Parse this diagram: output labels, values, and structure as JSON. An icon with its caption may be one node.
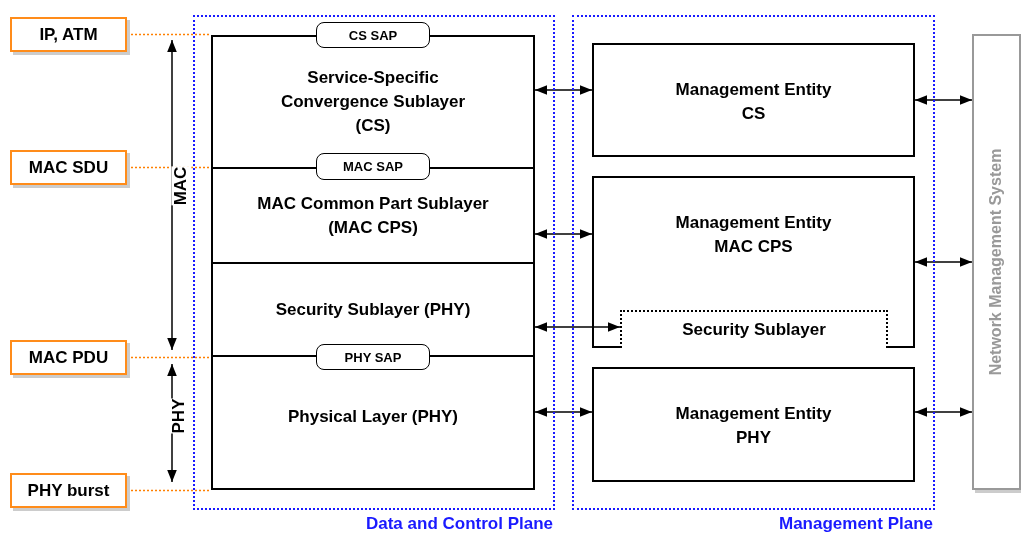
{
  "diagram": {
    "nodes": [
      {
        "text": [
          "Data and Control Plane"
        ]
      },
      {
        "text": [
          "Management Plane"
        ]
      },
      {
        "text": [
          "IP, ATM"
        ]
      },
      {
        "text": [
          "MAC SDU"
        ]
      },
      {
        "text": [
          "MAC PDU"
        ]
      },
      {
        "text": [
          "PHY burst"
        ]
      },
      {
        "text": [
          "Service-Specific Convergence Sublayer (CS)"
        ],
        "in": 0
      },
      {
        "text": [
          "MAC Common Part Sublayer (MAC CPS)"
        ],
        "in": 0
      },
      {
        "text": [
          "Security Sublayer (PHY)"
        ],
        "in": 0
      },
      {
        "text": [
          "Physical Layer (PHY)"
        ],
        "in": 0
      },
      {
        "text": [
          "CS SAP"
        ],
        "in": 0
      },
      {
        "text": [
          "MAC SAP"
        ],
        "in": 0
      },
      {
        "text": [
          "PHY SAP"
        ],
        "in": 0
      },
      {
        "text": [
          "Management Entity CS"
        ],
        "in": 1
      },
      {
        "text": [
          "Management Entity MAC CPS"
        ],
        "in": 1
      },
      {
        "text": [
          "Security Sublayer"
        ],
        "in": 14
      },
      {
        "text": [
          "Management Entity PHY"
        ],
        "in": 1
      },
      {
        "text": [
          "Network Management System"
        ]
      }
    ],
    "edges": [
      {
        "from": 2,
        "to": 6,
        "arrow": "none",
        "style": "dashed",
        "color": "#ff8000"
      },
      {
        "from": 3,
        "to": 7,
        "arrow": "none",
        "style": "dashed",
        "color": "#ff8000"
      },
      {
        "from": 4,
        "to": 9,
        "arrow": "none",
        "style": "dashed",
        "color": "#ff8000"
      },
      {
        "from": 5,
        "to": 9,
        "arrow": "none",
        "style": "dashed",
        "color": "#ff8000"
      },
      {
        "from": 6,
        "to": 13,
        "arrow": "both"
      },
      {
        "from": 7,
        "to": 14,
        "arrow": "both"
      },
      {
        "from": 8,
        "to": 15,
        "arrow": "both"
      },
      {
        "from": 9,
        "to": 16,
        "arrow": "both"
      },
      {
        "from": 13,
        "to": 17,
        "arrow": "both"
      },
      {
        "from": 14,
        "to": 17,
        "arrow": "both"
      },
      {
        "from": 16,
        "to": 17,
        "arrow": "both"
      }
    ],
    "labels": [
      "MAC",
      "PHY"
    ]
  }
}
